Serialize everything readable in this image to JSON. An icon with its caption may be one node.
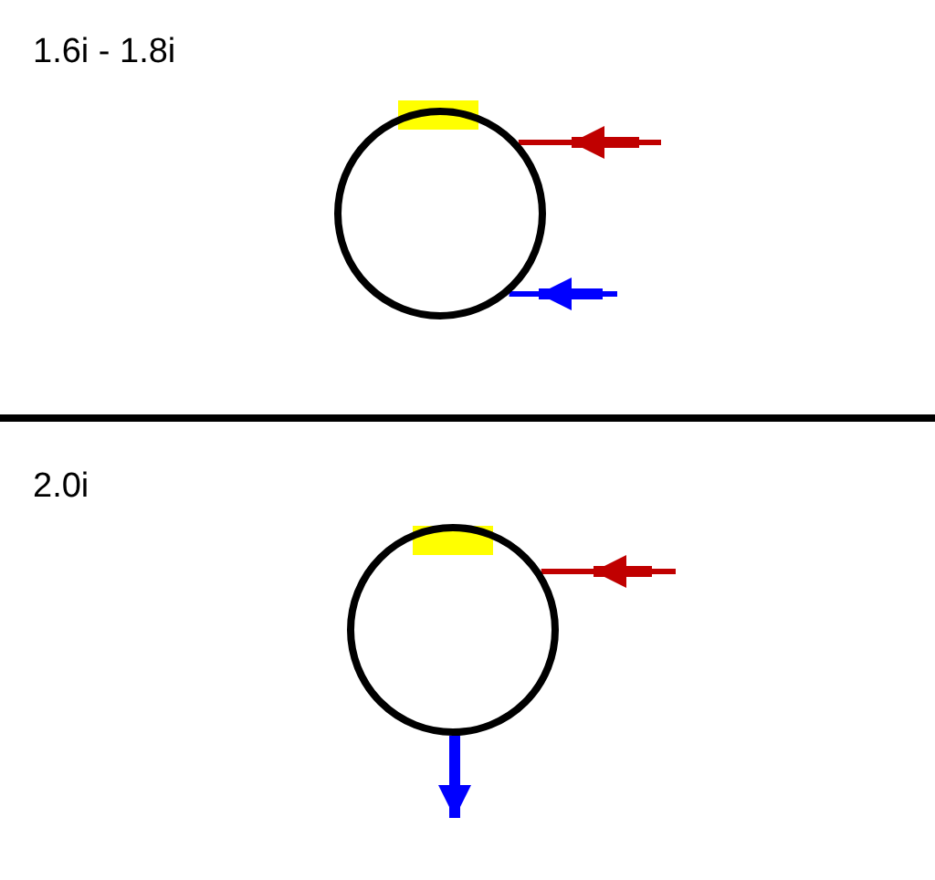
{
  "diagram": {
    "nodes": [
      {
        "text": [],
        "shape": "circle"
      },
      {
        "text": [],
        "shape": "circle"
      }
    ],
    "edges": [
      {
        "from": null,
        "to": 0,
        "arrow": "to",
        "color": "#c00000"
      },
      {
        "from": null,
        "to": 0,
        "arrow": "to",
        "color": "#0000ff"
      },
      {
        "from": null,
        "to": 1,
        "arrow": "to",
        "color": "#c00000"
      },
      {
        "from": 1,
        "to": null,
        "arrow": "to",
        "color": "#0000ff",
        "style": "thick"
      }
    ],
    "labels": [
      "1.6i - 1.8i",
      "2.0i"
    ]
  }
}
